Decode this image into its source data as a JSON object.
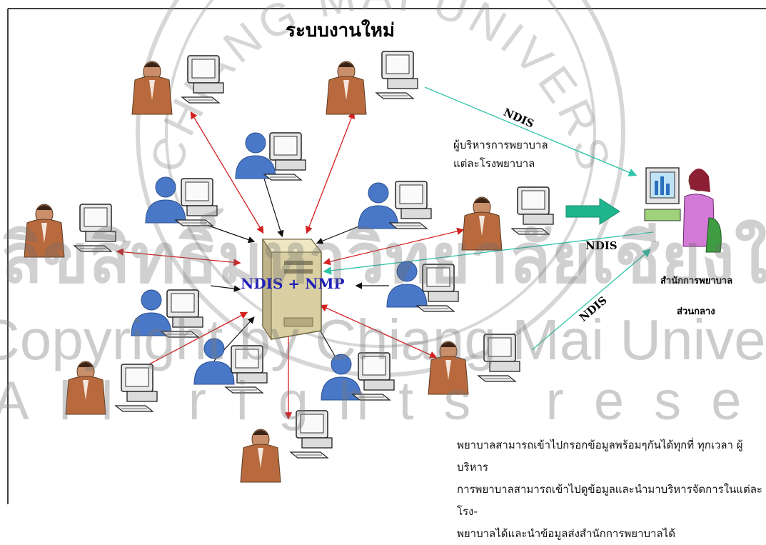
{
  "title": "ระบบงานใหม่",
  "server": {
    "label": "NDIS + NMP"
  },
  "links": {
    "ndis_top": "NDIS",
    "ndis_middle": "NDIS",
    "ndis_bottom": "NDIS"
  },
  "hospital_admin_label": {
    "line1": "ผู้บริหารการพยาบาล",
    "line2": "แต่ละโรงพยาบาล"
  },
  "central_office": {
    "line1": "สำนักการพยาบาล",
    "line2": "ส่วนกลาง"
  },
  "description": {
    "line1": "พยาบาลสามารถเข้าไปกรอกข้อมูลพร้อมๆกันได้ทุกที่ ทุกเวลา  ผู้บริหาร",
    "line2": "การพยาบาลสามารถเข้าไปดูข้อมูลและนำมาบริหารจัดการในแต่ละโรง-",
    "line3": "พยาบาลได้และนำข้อมูลส่งสำนักการพยาบาลได้"
  },
  "watermark": {
    "line1": "ลิขสิทธิ์มหาวิทยาลัยเชียงใหม่",
    "line2": "Copyright by Chiang Mai University",
    "line3": "All rights reserved",
    "seal_text": "CHIANG MAI UNIVERSITY"
  },
  "colors": {
    "red_arrow": "#d42020",
    "black_arrow": "#111111",
    "teal_arrow": "#2ec4a8",
    "big_arrow": "#1fb58e",
    "server_text": "#1f1fb8"
  },
  "icons": [
    "manager-workstation-icon",
    "nurse-workstation-icon",
    "server-icon",
    "central-office-operator-icon",
    "big-right-arrow-icon"
  ]
}
